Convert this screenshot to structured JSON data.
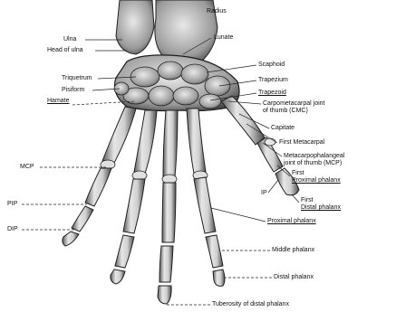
{
  "labels": {
    "radius": "Radius",
    "ulna": "Ulna",
    "head_of_ulna": "Head of ulna",
    "lunate": "Lunate",
    "triquetrum": "Triquetrum",
    "pisiform": "Pisiform",
    "hamate": "Hamate",
    "scaphoid": "Scaphoid",
    "trapezium": "Trapezium",
    "trapezoid": "Trapezoid",
    "cmc_line1": "Carpometacarpal joint",
    "cmc_line2": "of thumb (CMC)",
    "capitate": "Capitate",
    "first_metacarpal": "First Metacarpal",
    "mcp_thumb_line1": "Metacarpophalangeal",
    "mcp_thumb_line2": "joint of thumb (MCP)",
    "first_prox_line1": "First",
    "first_prox_line2": "Proximal phalanx",
    "ip": "IP",
    "first_dist_line1": "First",
    "first_dist_line2": "Distal phalanx",
    "mcp": "MCP",
    "pip": "PIP",
    "dip": "DIP",
    "proximal_phalanx": "Proximal phalanx",
    "middle_phalanx": "Middle phalanx",
    "distal_phalanx": "Distal phalanx",
    "tuberosity": "Tuberosity of distal phalanx"
  },
  "colors": {
    "bone_fill": "#d4d4d4",
    "bone_shadow": "#3a3a3a",
    "leader": "#222222"
  }
}
